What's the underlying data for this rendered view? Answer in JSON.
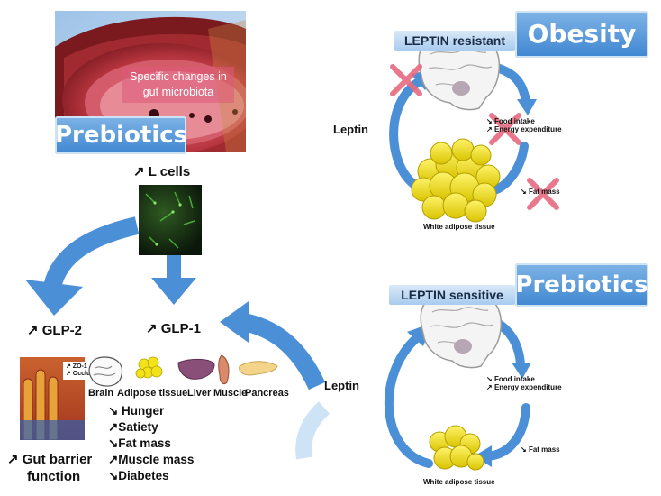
{
  "top_image": {
    "caption": "Specific changes in gut microbiota"
  },
  "top_left_tag": "Prebiotics",
  "obesity_panel": {
    "title": "Obesity",
    "leptin_state": "LEPTIN resistant",
    "leptin_label": "Leptin",
    "food_intake": "Food intake",
    "energy_expenditure": "Energy expenditure",
    "fat_mass": "Fat mass",
    "tissue_label": "White adipose tissue"
  },
  "prebiotics_panel": {
    "title": "Prebiotics",
    "leptin_state": "LEPTIN sensitive",
    "leptin_label": "Leptin",
    "food_intake": "Food intake",
    "energy_expenditure": "Energy expenditure",
    "fat_mass": "Fat mass",
    "tissue_label": "White adipose tissue"
  },
  "l_cells": "↗ L cells",
  "glp2": "↗ GLP-2",
  "glp1": "↗ GLP-1",
  "gut_inset": {
    "zo1": "↗ ZO-1",
    "occludin": "↗ Occludin"
  },
  "gut_barrier": {
    "line1": "↗ Gut barrier",
    "line2": "function"
  },
  "organs": {
    "brain": "Brain",
    "adipose": "Adipose tissue",
    "liver": "Liver",
    "muscle": "Muscle",
    "pancreas": "Pancreas"
  },
  "effects": [
    "↘ Hunger",
    "↗Satiety",
    "↘Fat mass",
    "↗Muscle mass",
    "↘Diabetes"
  ],
  "colors": {
    "arrow": "#4b8fd6",
    "tag_dark": "#3f86d1",
    "fat": "#f1e21a",
    "liver": "#8a4f78",
    "muscle": "#d98a6b",
    "pancreas": "#f4d48a",
    "cross": "#e86a80"
  }
}
